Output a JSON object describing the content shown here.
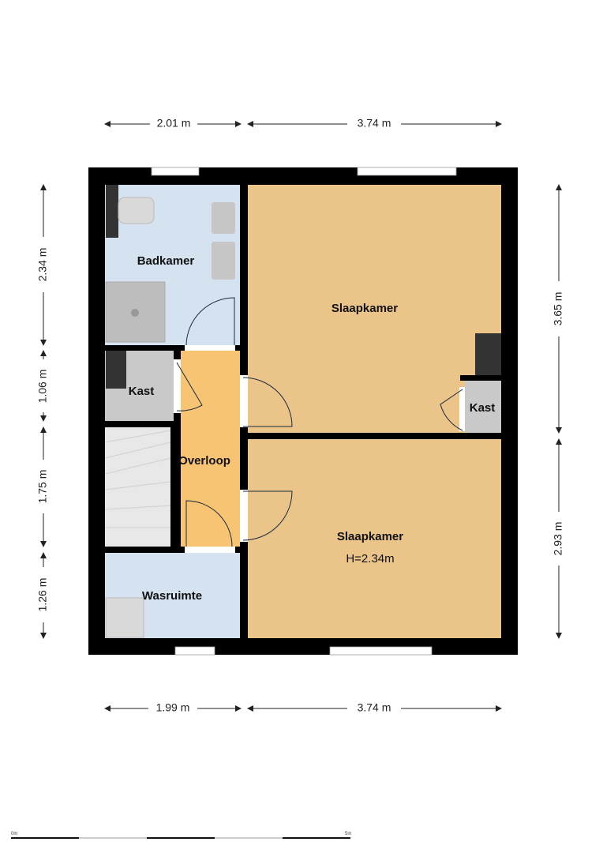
{
  "rooms": {
    "badkamer": "Badkamer",
    "kast_left": "Kast",
    "overloop": "Overloop",
    "wasruimte": "Wasruimte",
    "slaapkamer_top": "Slaapkamer",
    "kast_right": "Kast",
    "slaapkamer_bottom": "Slaapkamer",
    "height_note": "H=2.34m"
  },
  "dimensions": {
    "top": [
      "2.01 m",
      "3.74 m"
    ],
    "bottom": [
      "1.99 m",
      "3.74 m"
    ],
    "left": [
      "2.34 m",
      "1.06 m",
      "1.75 m",
      "1.26 m"
    ],
    "right": [
      "3.65 m",
      "2.93 m"
    ]
  },
  "scale_bar": {
    "start": "0m",
    "end": "5m"
  },
  "colors": {
    "wet_room": "#d5e2ef",
    "bedroom": "#ebc489",
    "landing": "#f6c473",
    "storage": "#c9c9c9",
    "wall": "#000000"
  }
}
